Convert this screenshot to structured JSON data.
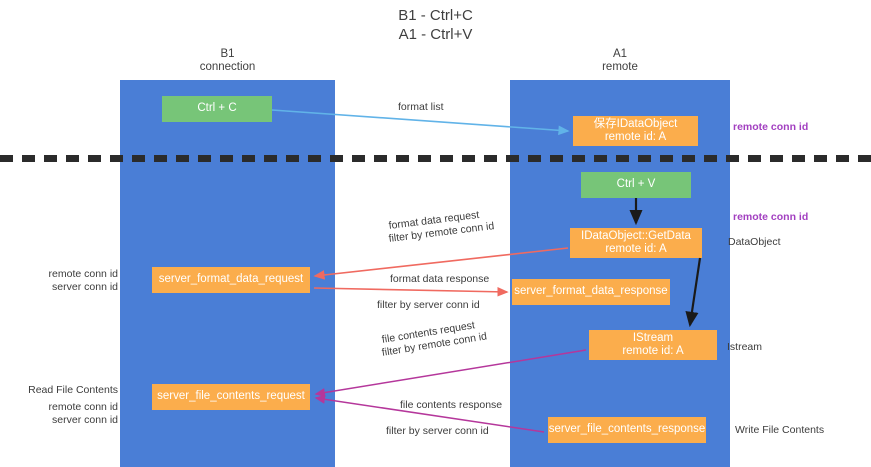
{
  "title": {
    "line1": "B1 - Ctrl+C",
    "line2": "A1 - Ctrl+V"
  },
  "lanes": [
    {
      "id": "b1",
      "name": "B1",
      "role": "connection",
      "color": "#4a7ed6"
    },
    {
      "id": "a1",
      "name": "A1",
      "role": "remote",
      "color": "#4a7ed6"
    }
  ],
  "colors": {
    "lane": "#4a7ed6",
    "green_box": "#77c578",
    "orange_box": "#fbad4c",
    "separator": "#2b2b2b",
    "remote_conn_id": "#a23fc0",
    "server_conn_id_green": "#63b563",
    "server_conn_id_pink": "#e0519b",
    "arrow_blue": "#61b3e8",
    "arrow_red": "#f06a60",
    "arrow_magenta": "#b5379b",
    "arrow_black": "#1a1a1a"
  },
  "nodes": {
    "ctrl_c": {
      "label": "Ctrl + C",
      "style": "green"
    },
    "save_idataobject": {
      "label": "保存IDataObject",
      "sub": "remote id: A",
      "style": "orange"
    },
    "ctrl_v": {
      "label": "Ctrl + V",
      "style": "green"
    },
    "getdata": {
      "label": "IDataObject::GetData",
      "sub": "remote id: A",
      "style": "orange"
    },
    "server_format_data_request": {
      "label": "server_format_data_request",
      "style": "orange"
    },
    "server_format_data_response": {
      "label": "server_format_data_response",
      "style": "orange"
    },
    "istream": {
      "label": "IStream",
      "sub": "remote id: A",
      "style": "orange"
    },
    "server_file_contents_request": {
      "label": "server_file_contents_request",
      "style": "orange"
    },
    "server_file_contents_response": {
      "label": "server_file_contents_response",
      "style": "orange"
    }
  },
  "edge_labels": {
    "format_list": "format list",
    "format_data_request": "format data request",
    "format_data_request_filter_prefix": "filter by ",
    "format_data_request_filter_value": "remote conn id",
    "format_data_response": "format data response",
    "format_data_response_filter_prefix": "filter by ",
    "format_data_response_filter_value": "server conn id",
    "file_contents_request": "file contents request",
    "file_contents_request_filter_prefix": "filter by ",
    "file_contents_request_filter_value": "remote conn id",
    "file_contents_response": "file contents response",
    "file_contents_response_filter_prefix": "filter by ",
    "file_contents_response_filter_value": "server conn id"
  },
  "annotations": {
    "right": {
      "remote_conn_id_top": "remote conn id",
      "remote_conn_id_mid": "remote conn id",
      "dataobject": "DataObject",
      "istream": "Istream",
      "write_file_contents": "Write File Contents"
    },
    "left": {
      "remote_conn_id_1": "remote conn id",
      "server_conn_id_1": "server conn id",
      "read_file_contents": "Read File Contents",
      "remote_conn_id_2": "remote conn id",
      "server_conn_id_2": "server conn id"
    }
  }
}
